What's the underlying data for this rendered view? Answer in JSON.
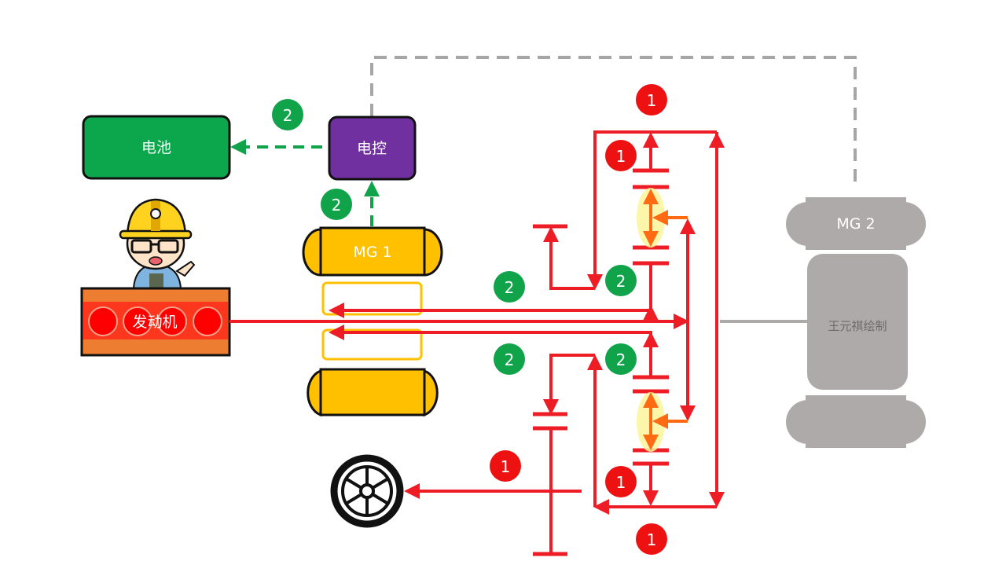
{
  "components": {
    "battery": "电池",
    "controller": "电控",
    "mg1": "MG 1",
    "mg2": "MG 2",
    "engine": "发动机",
    "watermark": "王元祺绘制"
  },
  "flow_labels": {
    "path1": "1",
    "path2": "2"
  },
  "colors": {
    "battery": "#0ca64c",
    "controller": "#7030a0",
    "mg1": "#ffc000",
    "engine": "#ed7d31",
    "engine_band": "#ff2a1a",
    "mg2": "#aeaaaa",
    "mechanical_flow": "#ee1c25",
    "electric_flow": "#10a34a",
    "planet": "#ff6a13",
    "signal_dashed": "#a6a6a6"
  },
  "icons": [
    "worker-character-icon",
    "wheel-icon"
  ]
}
